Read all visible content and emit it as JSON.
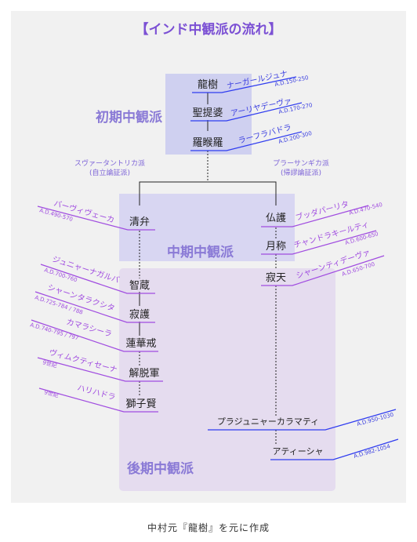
{
  "title": "【インド中観派の流れ】",
  "caption": "中村元『龍樹』を元に作成",
  "colors": {
    "title": "#7b50d4",
    "period_label": "#8a7ad6",
    "box_early": "#cfd0f0",
    "box_middle": "#d8d6f2",
    "box_late": "#e5dcef",
    "line_blue": "#2f3cf0",
    "line_purple": "#a04ce0",
    "ruby_blue": "#3a3ee0",
    "ruby_purple": "#a04ce0",
    "school_text": "#7d64d8",
    "text": "#222222"
  },
  "periods": {
    "early": "初期中観派",
    "middle": "中期中観派",
    "late": "後期中観派"
  },
  "schools": {
    "left_name": "スヴァータントリカ派",
    "left_sub": "(自立論証派)",
    "right_name": "プラーサンギカ派",
    "right_sub": "(帰謬論証派)"
  },
  "thinkers": {
    "ryuju": {
      "name": "龍樹",
      "ruby": "ナーガールジュナ",
      "date": "A.D.150-250"
    },
    "shodaiba": {
      "name": "聖提婆",
      "ruby": "アーリヤデーヴァ",
      "date": "A.D.170-270"
    },
    "ragora": {
      "name": "羅睺羅",
      "ruby": "ラーフラバドラ",
      "date": "A.D.200-300"
    },
    "seiben": {
      "name": "清弁",
      "ruby": "バーヴィヴェーカ",
      "date": "A.D.490-570"
    },
    "butsugo": {
      "name": "仏護",
      "ruby": "ブッダパーリタ",
      "date": "A.D.470-540"
    },
    "gessho": {
      "name": "月称",
      "ruby": "チャンドラキールティ",
      "date": "A.D.600-650"
    },
    "jakuten": {
      "name": "寂天",
      "ruby": "シャーンティデーヴァ",
      "date": "A.D.650-700"
    },
    "chizo": {
      "name": "智蔵",
      "ruby": "ジュニャーナガルバ",
      "date": "A.D.700-760"
    },
    "jakugo": {
      "name": "寂護",
      "ruby": "シャーンタラクシタ",
      "date": "A.D.725-784 / 788"
    },
    "renge": {
      "name": "蓮華戒",
      "ruby": "カマラシーラ",
      "date": "A.D.740-795 / 797"
    },
    "gedatsu": {
      "name": "解脱軍",
      "ruby": "ヴィムクティセーナ",
      "date": "9世紀"
    },
    "shishi": {
      "name": "獅子賢",
      "ruby": "ハリハドラ",
      "date": "9世紀"
    },
    "praj": {
      "name": "プラジュニャーカラマティ",
      "date": "A.D.950-1030"
    },
    "atisha": {
      "name": "アティーシャ",
      "date": "A.D.982-1054"
    }
  }
}
